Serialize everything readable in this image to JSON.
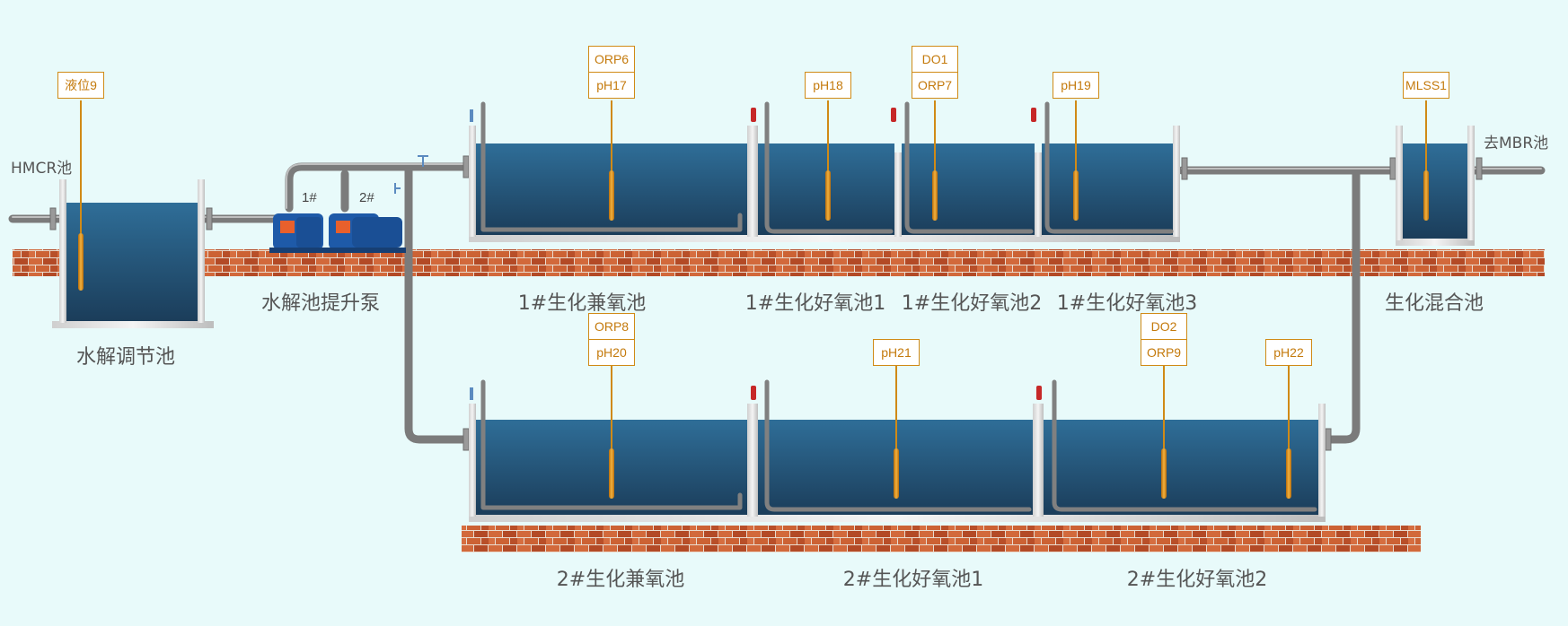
{
  "flow_labels": {
    "inlet": "HMCR池",
    "outlet": "去MBR池"
  },
  "tank_labels": {
    "hydrolysis_tank": "水解调节池",
    "lift_pump": "水解池提升泵",
    "line1_anoxic": "1#生化兼氧池",
    "line1_aerobic1": "1#生化好氧池1",
    "line1_aerobic2": "1#生化好氧池2",
    "line1_aerobic3": "1#生化好氧池3",
    "mixing_tank": "生化混合池",
    "line2_anoxic": "2#生化兼氧池",
    "line2_aerobic1": "2#生化好氧池1",
    "line2_aerobic2": "2#生化好氧池2"
  },
  "pumps": {
    "pump1": "1#",
    "pump2": "2#"
  },
  "sensors": {
    "level9": [
      "液位9"
    ],
    "line1_anoxic": [
      "ORP6",
      "pH17"
    ],
    "line1_aerobic1": [
      "pH18"
    ],
    "line1_aerobic2": [
      "DO1",
      "ORP7"
    ],
    "line1_aerobic3": [
      "pH19"
    ],
    "mixing": [
      "MLSS1"
    ],
    "line2_anoxic": [
      "ORP8",
      "pH20"
    ],
    "line2_aerobic1": [
      "pH21"
    ],
    "line2_aerobic2": [
      "DO2",
      "ORP9"
    ],
    "line2_aerobic2b": [
      "pH22"
    ]
  },
  "colors": {
    "background": "#e8fafa",
    "water": "#2e6a93",
    "pipe": "#7a7a7a",
    "brick": "#c0542c",
    "sensor": "#d08a16",
    "pump": "#1e5aa8",
    "valve_red": "#c62828"
  }
}
